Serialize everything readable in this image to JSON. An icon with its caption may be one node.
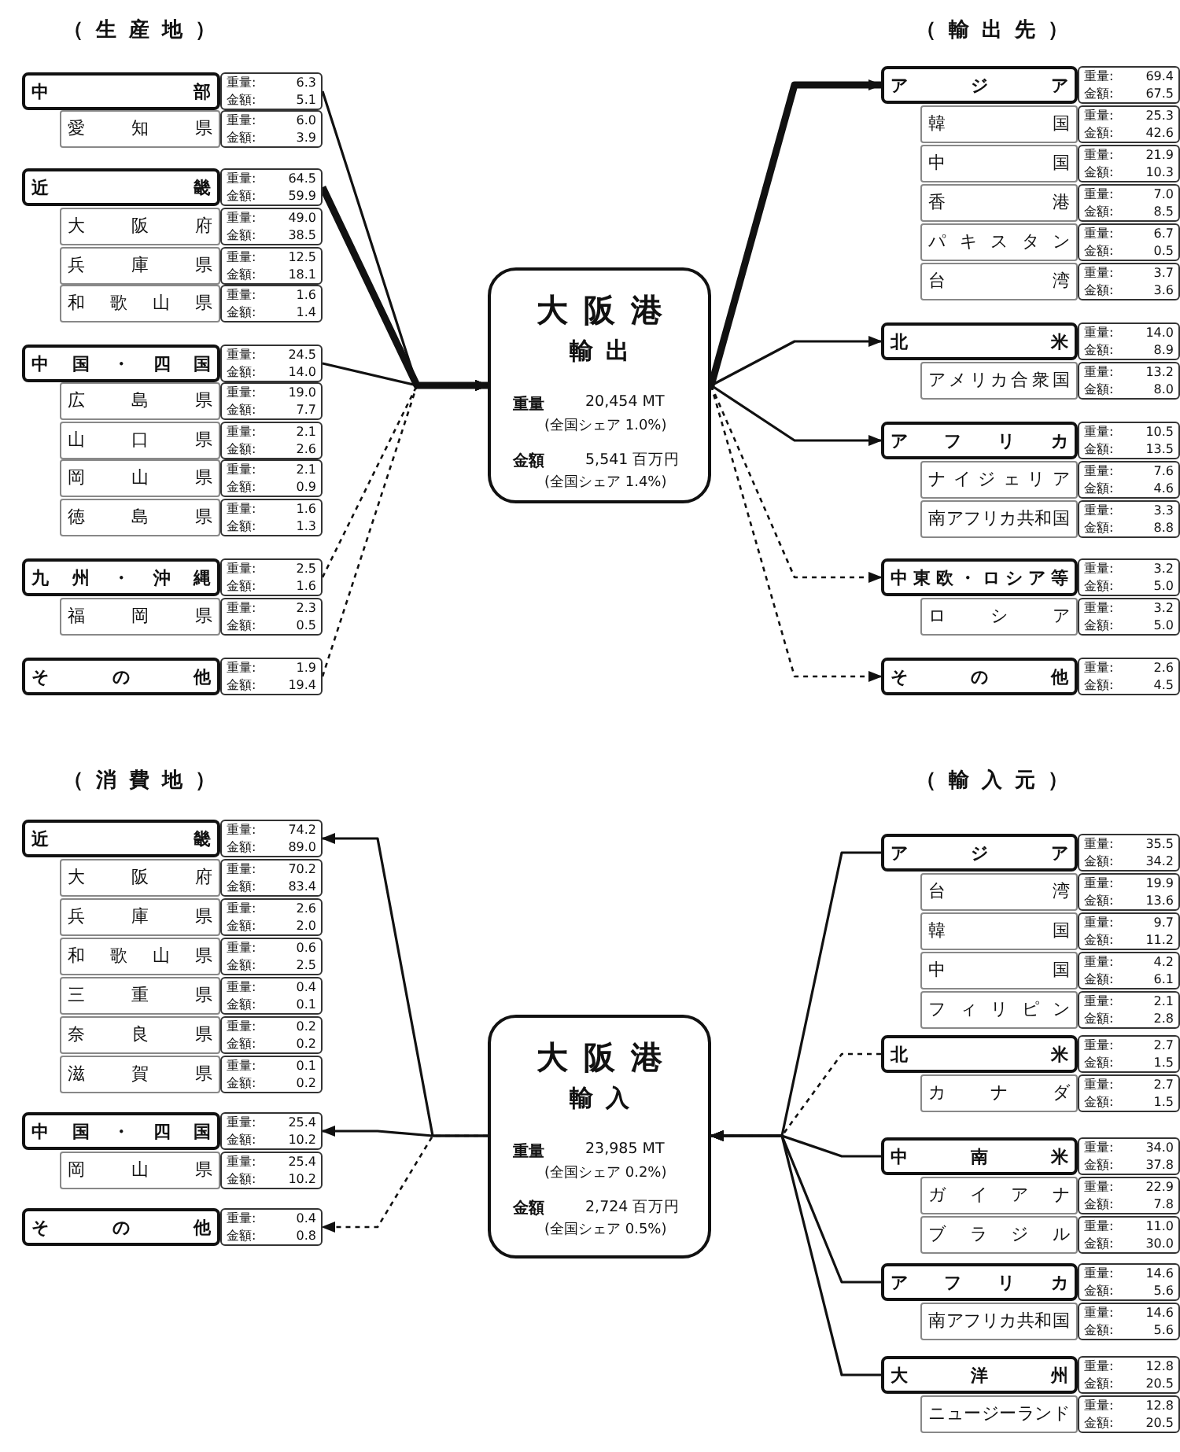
{
  "diagram": {
    "nodes": [
      {
        "text": [
          "中部",
          "重量:",
          "6.3",
          "金額:",
          "5.1"
        ]
      },
      {
        "text": [
          "愛知県",
          "重量:",
          "6.0",
          "金額:",
          "3.9"
        ]
      },
      {
        "text": [
          "近畿",
          "重量:",
          "64.5",
          "金額:",
          "59.9"
        ]
      },
      {
        "text": [
          "大阪府",
          "重量:",
          "49.0",
          "金額:",
          "38.5"
        ]
      },
      {
        "text": [
          "兵庫県",
          "重量:",
          "12.5",
          "金額:",
          "18.1"
        ]
      },
      {
        "text": [
          "和歌山県",
          "重量:",
          "1.6",
          "金額:",
          "1.4"
        ]
      },
      {
        "text": [
          "中国・四国",
          "重量:",
          "24.5",
          "金額:",
          "14.0"
        ]
      },
      {
        "text": [
          "広島県",
          "重量:",
          "19.0",
          "金額:",
          "7.7"
        ]
      },
      {
        "text": [
          "山口県",
          "重量:",
          "2.1",
          "金額:",
          "2.6"
        ]
      },
      {
        "text": [
          "岡山県",
          "重量:",
          "2.1",
          "金額:",
          "0.9"
        ]
      },
      {
        "text": [
          "徳島県",
          "重量:",
          "1.6",
          "金額:",
          "1.3"
        ]
      },
      {
        "text": [
          "九州・沖縄",
          "重量:",
          "2.5",
          "金額:",
          "1.6"
        ]
      },
      {
        "text": [
          "福岡県",
          "重量:",
          "2.3",
          "金額:",
          "0.5"
        ]
      },
      {
        "text": [
          "その他",
          "重量:",
          "1.9",
          "金額:",
          "19.4"
        ]
      },
      {
        "text": [
          "大阪港",
          "輸出",
          "重量",
          "20,454 MT",
          "(全国シェア 1.0%)",
          "金額",
          "5,541 百万円",
          "(全国シェア 1.4%)"
        ]
      },
      {
        "text": [
          "アジア",
          "重量:",
          "69.4",
          "金額:",
          "67.5"
        ]
      },
      {
        "text": [
          "韓国",
          "重量:",
          "25.3",
          "金額:",
          "42.6"
        ]
      },
      {
        "text": [
          "中国",
          "重量:",
          "21.9",
          "金額:",
          "10.3"
        ]
      },
      {
        "text": [
          "香港",
          "重量:",
          "7.0",
          "金額:",
          "8.5"
        ]
      },
      {
        "text": [
          "パキスタン",
          "重量:",
          "6.7",
          "金額:",
          "0.5"
        ]
      },
      {
        "text": [
          "台湾",
          "重量:",
          "3.7",
          "金額:",
          "3.6"
        ]
      },
      {
        "text": [
          "北米",
          "重量:",
          "14.0",
          "金額:",
          "8.9"
        ]
      },
      {
        "text": [
          "アメリカ合衆国",
          "重量:",
          "13.2",
          "金額:",
          "8.0"
        ]
      },
      {
        "text": [
          "アフリカ",
          "重量:",
          "10.5",
          "金額:",
          "13.5"
        ]
      },
      {
        "text": [
          "ナイジェリア",
          "重量:",
          "7.6",
          "金額:",
          "4.6"
        ]
      },
      {
        "text": [
          "南アフリカ共和国",
          "重量:",
          "3.3",
          "金額:",
          "8.8"
        ]
      },
      {
        "text": [
          "中東欧・ロシア等",
          "重量:",
          "3.2",
          "金額:",
          "5.0"
        ]
      },
      {
        "text": [
          "ロシア",
          "重量:",
          "3.2",
          "金額:",
          "5.0"
        ]
      },
      {
        "text": [
          "その他",
          "重量:",
          "2.6",
          "金額:",
          "4.5"
        ]
      },
      {
        "text": [
          "近畿",
          "重量:",
          "74.2",
          "金額:",
          "89.0"
        ]
      },
      {
        "text": [
          "大阪府",
          "重量:",
          "70.2",
          "金額:",
          "83.4"
        ]
      },
      {
        "text": [
          "兵庫県",
          "重量:",
          "2.6",
          "金額:",
          "2.0"
        ]
      },
      {
        "text": [
          "和歌山県",
          "重量:",
          "0.6",
          "金額:",
          "2.5"
        ]
      },
      {
        "text": [
          "三重県",
          "重量:",
          "0.4",
          "金額:",
          "0.1"
        ]
      },
      {
        "text": [
          "奈良県",
          "重量:",
          "0.2",
          "金額:",
          "0.2"
        ]
      },
      {
        "text": [
          "滋賀県",
          "重量:",
          "0.1",
          "金額:",
          "0.2"
        ]
      },
      {
        "text": [
          "中国・四国",
          "重量:",
          "25.4",
          "金額:",
          "10.2"
        ]
      },
      {
        "text": [
          "岡山県",
          "重量:",
          "25.4",
          "金額:",
          "10.2"
        ]
      },
      {
        "text": [
          "その他",
          "重量:",
          "0.4",
          "金額:",
          "0.8"
        ]
      },
      {
        "text": [
          "大阪港",
          "輸入",
          "重量",
          "23,985 MT",
          "(全国シェア 0.2%)",
          "金額",
          "2,724 百万円",
          "(全国シェア 0.5%)"
        ]
      },
      {
        "text": [
          "アジア",
          "重量:",
          "35.5",
          "金額:",
          "34.2"
        ]
      },
      {
        "text": [
          "台湾",
          "重量:",
          "19.9",
          "金額:",
          "13.6"
        ]
      },
      {
        "text": [
          "韓国",
          "重量:",
          "9.7",
          "金額:",
          "11.2"
        ]
      },
      {
        "text": [
          "中国",
          "重量:",
          "4.2",
          "金額:",
          "6.1"
        ]
      },
      {
        "text": [
          "フィリピン",
          "重量:",
          "2.1",
          "金額:",
          "2.8"
        ]
      },
      {
        "text": [
          "北米",
          "重量:",
          "2.7",
          "金額:",
          "1.5"
        ]
      },
      {
        "text": [
          "カナダ",
          "重量:",
          "2.7",
          "金額:",
          "1.5"
        ]
      },
      {
        "text": [
          "中南米",
          "重量:",
          "34.0",
          "金額:",
          "37.8"
        ]
      },
      {
        "text": [
          "ガイアナ",
          "重量:",
          "22.9",
          "金額:",
          "7.8"
        ]
      },
      {
        "text": [
          "ブラジル",
          "重量:",
          "11.0",
          "金額:",
          "30.0"
        ]
      },
      {
        "text": [
          "アフリカ",
          "重量:",
          "14.6",
          "金額:",
          "5.6"
        ]
      },
      {
        "text": [
          "南アフリカ共和国",
          "重量:",
          "14.6",
          "金額:",
          "5.6"
        ]
      },
      {
        "text": [
          "大洋州",
          "重量:",
          "12.8",
          "金額:",
          "20.5"
        ]
      },
      {
        "text": [
          "ニュージーランド",
          "重量:",
          "12.8",
          "金額:",
          "20.5"
        ]
      }
    ],
    "edges": [
      {
        "from": 0,
        "to": 14,
        "arrow": "to"
      },
      {
        "from": 2,
        "to": 14,
        "arrow": "to",
        "style": "thick"
      },
      {
        "from": 6,
        "to": 14,
        "arrow": "to"
      },
      {
        "from": 11,
        "to": 14,
        "arrow": "to",
        "style": "dashed"
      },
      {
        "from": 13,
        "to": 14,
        "arrow": "to",
        "style": "dashed"
      },
      {
        "from": 14,
        "to": 15,
        "arrow": "to",
        "style": "thick"
      },
      {
        "from": 14,
        "to": 21,
        "arrow": "to"
      },
      {
        "from": 14,
        "to": 23,
        "arrow": "to"
      },
      {
        "from": 14,
        "to": 26,
        "arrow": "to",
        "style": "dashed"
      },
      {
        "from": 14,
        "to": 28,
        "arrow": "to",
        "style": "dashed"
      },
      {
        "from": 39,
        "to": 29,
        "arrow": "to"
      },
      {
        "from": 39,
        "to": 36,
        "arrow": "to"
      },
      {
        "from": 39,
        "to": 38,
        "arrow": "to",
        "style": "dashed"
      },
      {
        "from": 40,
        "to": 39,
        "arrow": "to"
      },
      {
        "from": 45,
        "to": 39,
        "arrow": "to",
        "style": "dashed"
      },
      {
        "from": 47,
        "to": 39,
        "arrow": "to"
      },
      {
        "from": 50,
        "to": 39,
        "arrow": "to"
      },
      {
        "from": 52,
        "to": 39,
        "arrow": "to"
      }
    ],
    "labels": [
      "（生産地）",
      "（輸出先）",
      "（消費地）",
      "（輸入元）"
    ]
  }
}
